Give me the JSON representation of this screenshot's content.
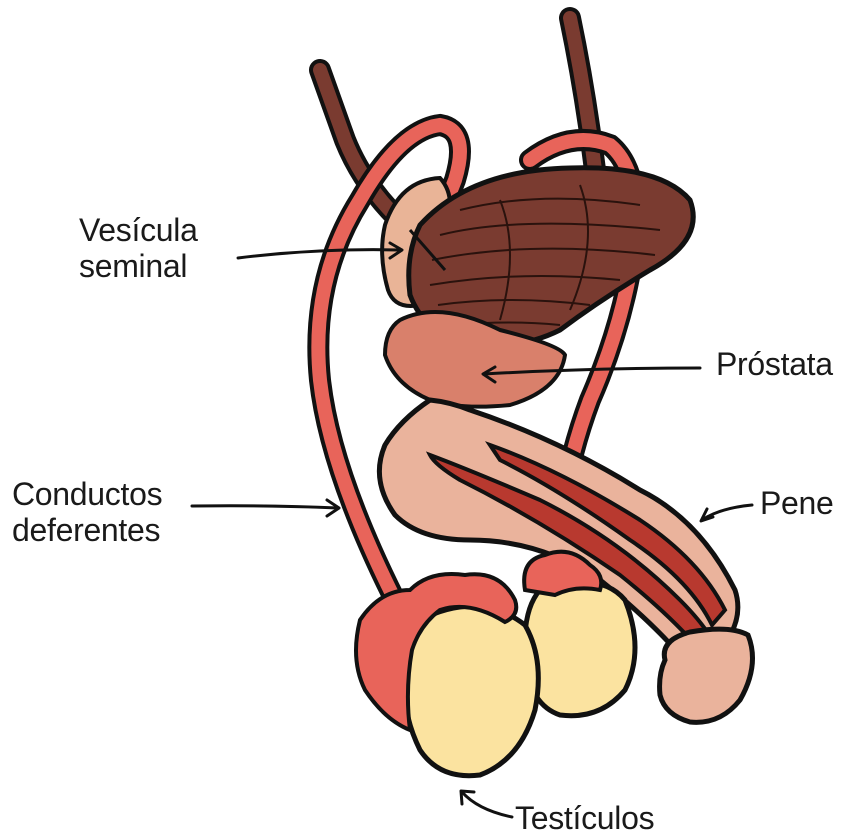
{
  "labels": {
    "seminal_vesicle": [
      "Vesícula",
      "seminal"
    ],
    "prostate": "Próstata",
    "vas_deferens": [
      "Conductos",
      "deferentes"
    ],
    "penis": "Pene",
    "testicles": "Testículos"
  },
  "colors": {
    "outline": "#111111",
    "vas_deferens": "#e8645a",
    "ureter": "#7a3b30",
    "bladder": "#7a3b30",
    "seminal_vesicle": "#e9b497",
    "prostate": "#d9806b",
    "urethra_skin": "#eab39c",
    "corpus": "#b8392f",
    "testis": "#fbe3a0",
    "epididymis": "#e8645a"
  }
}
